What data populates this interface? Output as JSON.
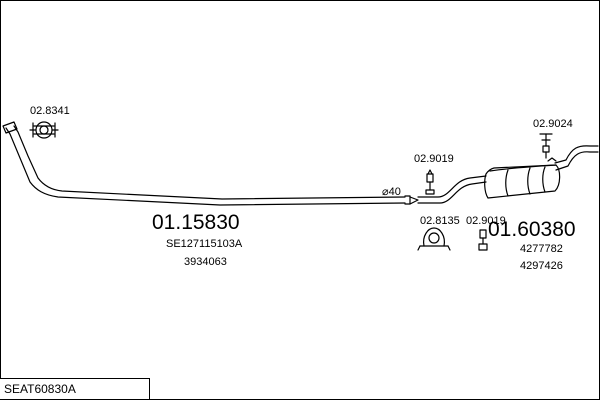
{
  "title": "SEAT60830A",
  "labels": {
    "clamp_front": "02.8341",
    "front_pipe": "01.15830",
    "front_pipe_ref1": "SE127115103A",
    "front_pipe_ref2": "3934063",
    "diameter": "⌀40",
    "clamp_mid": "02.9019",
    "rubber_mount_mid": "02.8135",
    "bolt_rear": "02.9019",
    "rear_muffler": "01.60380",
    "rear_muffler_ref1": "4277782",
    "rear_muffler_ref2": "4297426",
    "hanger_rear": "02.9024"
  },
  "colors": {
    "line": "#000000",
    "background": "#ffffff"
  }
}
